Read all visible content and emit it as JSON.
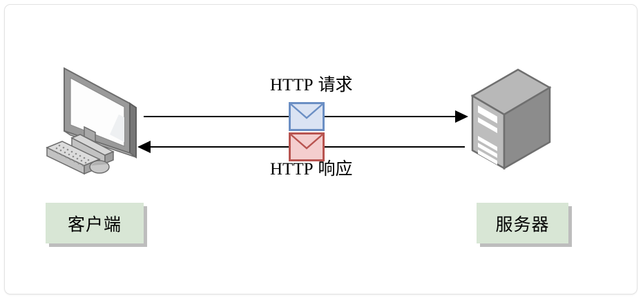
{
  "diagram": {
    "title_present": false,
    "background_color": "#ffffff",
    "frame_border_color": "#e2e2e2"
  },
  "nodes": [
    {
      "id": "client",
      "label": "客户端",
      "icon": "desktop-computer-icon",
      "box_fill": "#d8e6d5",
      "box_shadow": "#bdbdbd"
    },
    {
      "id": "server",
      "label": "服务器",
      "icon": "server-tower-icon",
      "box_fill": "#d8e6d5",
      "box_shadow": "#bdbdbd"
    }
  ],
  "flows": [
    {
      "id": "request",
      "label_latin": "HTTP",
      "label_cjk": "请求",
      "direction": "client-to-server",
      "envelope_icon": "envelope-icon-blue",
      "envelope_fill": "#dae3f3",
      "envelope_stroke": "#6b8fc4",
      "line_color": "#000000"
    },
    {
      "id": "response",
      "label_latin": "HTTP",
      "label_cjk": "响应",
      "direction": "server-to-client",
      "envelope_icon": "envelope-icon-red",
      "envelope_fill": "#f4cece",
      "envelope_stroke": "#b85450",
      "line_color": "#000000"
    }
  ]
}
